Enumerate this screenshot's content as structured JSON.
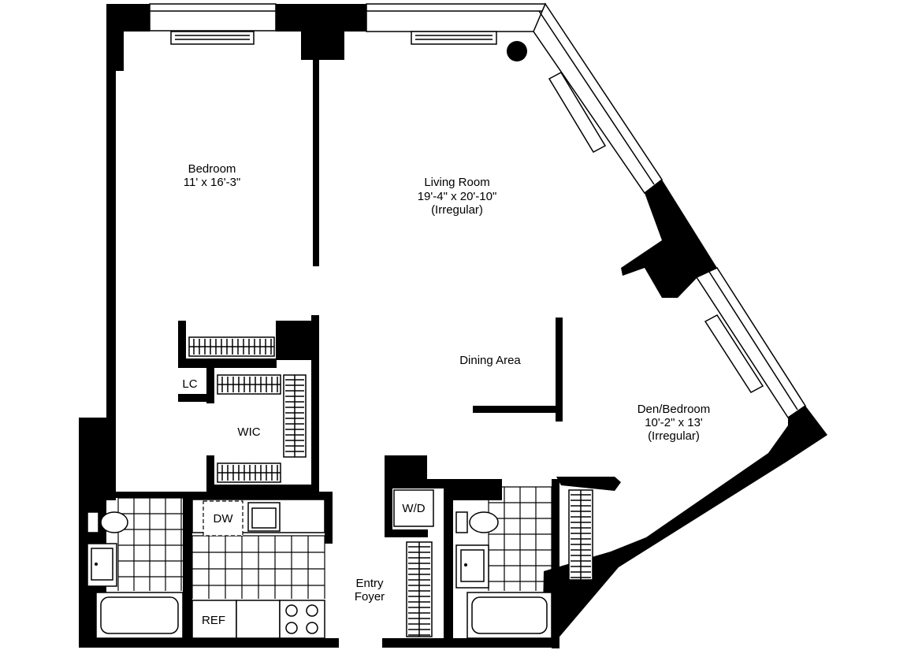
{
  "rooms": {
    "bedroom": {
      "name": "Bedroom",
      "size": "11' x 16'-3\""
    },
    "living": {
      "name": "Living Room",
      "size": "19'-4\" x 20'-10\"",
      "note": "(Irregular)"
    },
    "dining": {
      "name": "Dining Area"
    },
    "den": {
      "name": "Den/Bedroom",
      "size": "10'-2\" x 13'",
      "note": "(Irregular)"
    },
    "lc": {
      "name": "LC"
    },
    "wic": {
      "name": "WIC"
    },
    "foyer": {
      "line1": "Entry",
      "line2": "Foyer"
    }
  },
  "fixtures": {
    "dw": "DW",
    "ref": "REF",
    "wd": "W/D"
  }
}
